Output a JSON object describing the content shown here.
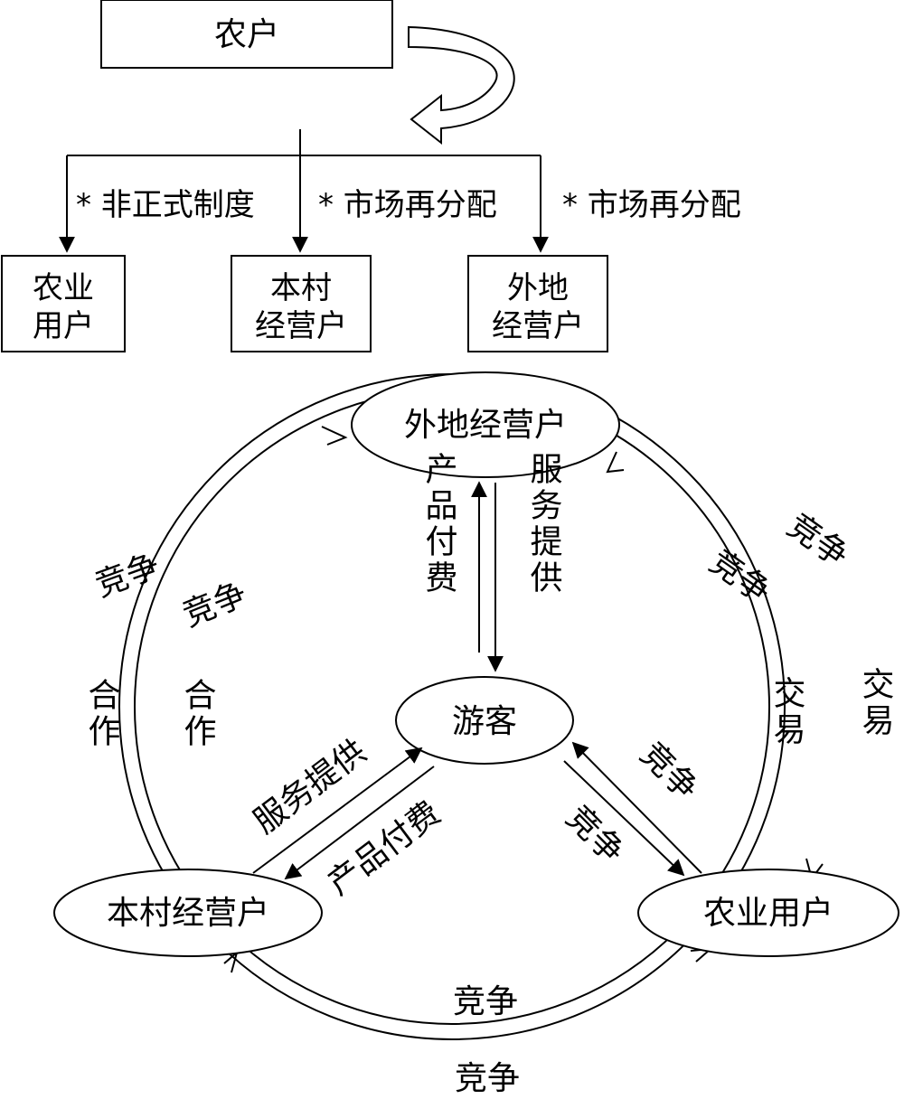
{
  "top": {
    "source_box": "农户",
    "branch_labels": [
      "* 非正式制度",
      "* 市场再分配",
      "* 市场再分配"
    ],
    "targets": [
      {
        "line1": "农业",
        "line2": "用户"
      },
      {
        "line1": "本村",
        "line2": "经营户"
      },
      {
        "line1": "外地",
        "line2": "经营户"
      }
    ]
  },
  "bottom": {
    "nodes": {
      "top": "外地经营户",
      "center": "游客",
      "left": "本村经营户",
      "right": "农业用户"
    },
    "edges": {
      "top_center_left": "产品付费",
      "top_center_right": "服务提供",
      "left_center_upper": "服务提供",
      "left_center_lower": "产品付费",
      "right_center_upper": "竞争",
      "right_center_lower": "竞争",
      "outer_left_a": "竞争",
      "inner_left_a": "竞争",
      "outer_left_b": "合作",
      "inner_left_b": "合作",
      "outer_right_a": "竞争",
      "inner_right_a": "竞争",
      "outer_right_b": "交易",
      "inner_right_b": "交易",
      "inner_bottom": "竞争",
      "outer_bottom": "竞争"
    }
  }
}
